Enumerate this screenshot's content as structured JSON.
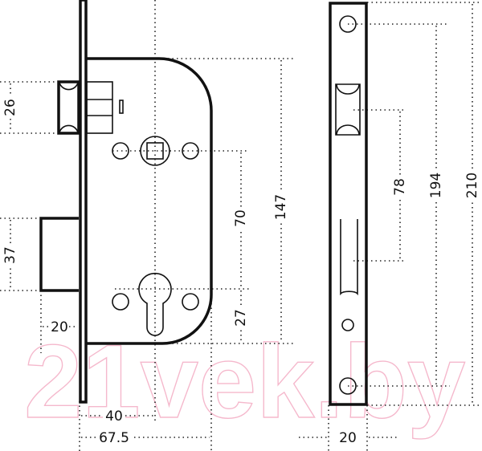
{
  "watermark": "21vek.by",
  "colors": {
    "line": "#111111",
    "watermark": "#f5b8cc"
  },
  "lock_body_dimensions": {
    "latch_height": "26",
    "deadbolt_height": "37",
    "deadbolt_throw": "20",
    "spindle_to_cylinder": "70",
    "cylinder_to_bottom": "27",
    "body_height": "147",
    "backset": "40",
    "body_depth": "67.5"
  },
  "faceplate_dimensions": {
    "cutout_spacing": "78",
    "screw_spacing": "194",
    "plate_length": "210",
    "plate_width": "20"
  }
}
